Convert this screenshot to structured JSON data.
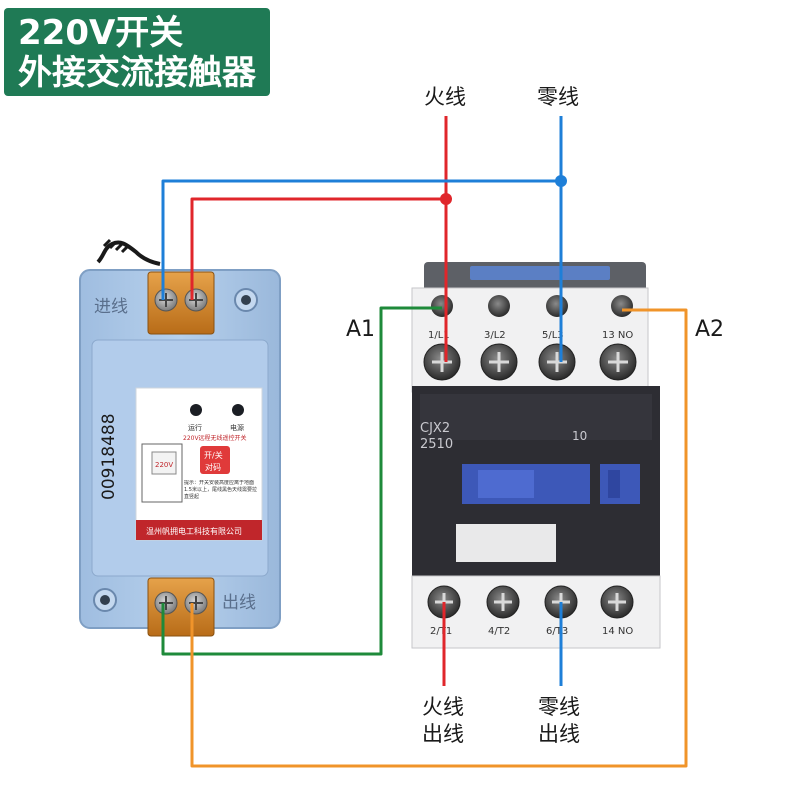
{
  "title": {
    "line1": "220V开关",
    "line2": "外接交流接触器"
  },
  "wire_labels": {
    "live_in": "火线",
    "neutral_in": "零线",
    "live_out_1": "火线",
    "live_out_2": "出线",
    "neutral_out_1": "零线",
    "neutral_out_2": "出线",
    "a1": "A1",
    "a2": "A2"
  },
  "switch_module": {
    "in_label": "进线",
    "out_label": "出线",
    "serial": "00918488",
    "sticker_title": "220V远程无线遥控开关",
    "run_label": "运行",
    "power_label": "电源",
    "voltage": "220V",
    "pair_line1": "开/关",
    "pair_line2": "对码",
    "note": "提示：开关安装高度应离于地面1.5米以上，尾线黑色天线需要拉直竖起",
    "company": "温州帆拥电工科技有限公司"
  },
  "contactor": {
    "model": "CJX2",
    "rating": "2510",
    "code": "10",
    "top_terminals": [
      "1/L1",
      "3/L2",
      "5/L3",
      "13 NO"
    ],
    "bottom_terminals": [
      "2/T1",
      "4/T2",
      "6/T3",
      "14 NO"
    ]
  },
  "colors": {
    "live": "#e0262b",
    "neutral": "#1e7fd8",
    "control_a1": "#1e8a3a",
    "control_a2": "#f0942a",
    "title_bg": "#1f7a55",
    "module_body": "#a9c6e6",
    "contactor_frame": "#2d2d33"
  }
}
